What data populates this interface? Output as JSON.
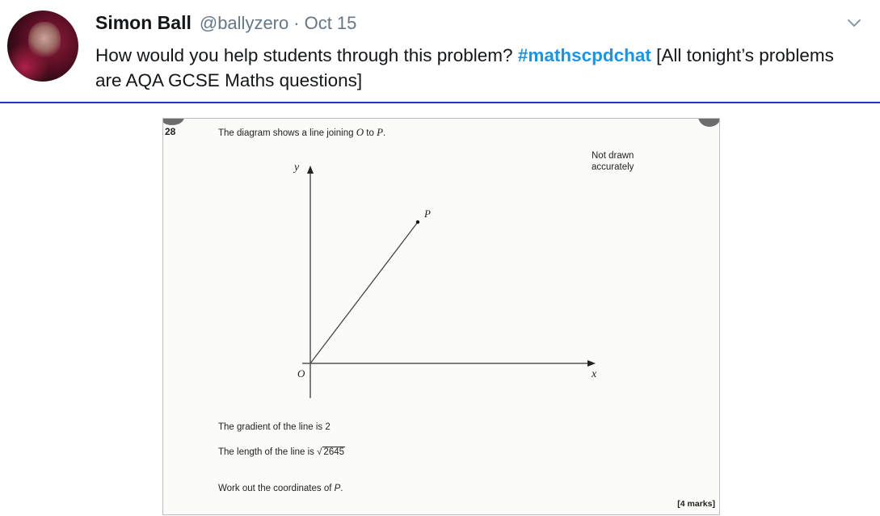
{
  "tweet": {
    "author_name": "Simon Ball",
    "handle": "@ballyzero",
    "separator": "·",
    "date": "Oct 15",
    "text_before": "How would you help students through this problem? ",
    "hashtag": "#mathscpdchat",
    "text_after": " [All tonight’s problems are AQA GCSE Maths questions]",
    "icons": {
      "avatar": "profile-photo",
      "menu": "chevron-down-icon"
    },
    "colors": {
      "hashtag": "#1b95e0",
      "divider": "#1a3ab8",
      "meta": "#657786"
    }
  },
  "question": {
    "number": "28",
    "prompt_prefix": "The diagram shows a line joining ",
    "point_o": "O",
    "prompt_mid": " to ",
    "point_p": "P",
    "prompt_end": ".",
    "note": "Not drawn accurately",
    "axis_y": "y",
    "axis_x": "x",
    "origin_label": "O",
    "p_label": "P",
    "gradient_text": "The gradient of the line is 2",
    "length_prefix": "The length of the line is ",
    "length_root": "√",
    "length_value": "2645",
    "task_prefix": "Work out the coordinates of ",
    "task_point": "P",
    "task_end": ".",
    "marks": "[4 marks]"
  }
}
